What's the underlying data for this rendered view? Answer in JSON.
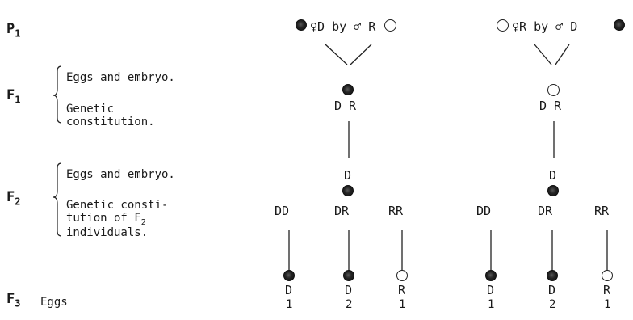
{
  "generations": {
    "p1": {
      "letter": "P",
      "sub": "1"
    },
    "f1": {
      "letter": "F",
      "sub": "1",
      "label_line1": "Eggs and embryo.",
      "label_line2": "Genetic",
      "label_line3": "constitution."
    },
    "f2": {
      "letter": "F",
      "sub": "2",
      "label_line1": "Eggs and embryo.",
      "label_line2": "Genetic consti-",
      "label_line3": "tution of F",
      "label_line3_sub": "2",
      "label_line4": "individuals."
    },
    "f3": {
      "letter": "F",
      "sub": "3",
      "label": "Eggs"
    }
  },
  "cross_left": {
    "p1_text": "♀D by ♂ R",
    "f1_genotype": "D R",
    "f2_egg_label": "D",
    "f2_genotypes": [
      "DD",
      "DR",
      "RR"
    ],
    "f3_letters": [
      "D",
      "D",
      "R"
    ],
    "f3_numbers": [
      "1",
      "2",
      "1"
    ]
  },
  "cross_right": {
    "p1_text": "♀R by ♂ D",
    "f1_genotype": "D R",
    "f2_egg_label": "D",
    "f2_genotypes": [
      "DD",
      "DR",
      "RR"
    ],
    "f3_letters": [
      "D",
      "D",
      "R"
    ],
    "f3_numbers": [
      "1",
      "2",
      "1"
    ]
  }
}
